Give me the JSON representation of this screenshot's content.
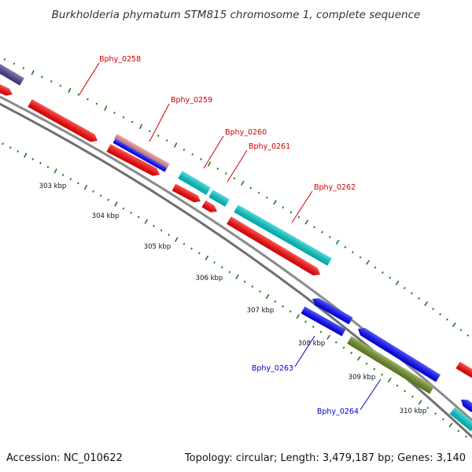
{
  "title": "Burkholderia phymatum STM815 chromosome 1, complete sequence",
  "accession_text": "Accession: NC_010622",
  "summary_text": "Topology: circular; Length: 3,479,187 bp; Genes: 3,140",
  "colors": {
    "background": "#ffffff",
    "backbone": "#8a8a8a",
    "tick": "#1f7a1f",
    "forward_cds": "#00cccc",
    "reverse_cds": "#ff0000",
    "blue_feature": "#0000ff",
    "olive_feature": "#6b8e23",
    "pink_feature": "#e8918f",
    "slate_feature": "#4a3f8c",
    "label_red": "#cc0000",
    "label_blue": "#0000cc"
  },
  "kbp_ticks": [
    "303 kbp",
    "304 kbp",
    "305 kbp",
    "306 kbp",
    "307 kbp",
    "308 kbp",
    "309 kbp",
    "310 kbp"
  ],
  "gene_labels": [
    {
      "name": "Bphy_0258",
      "color": "red"
    },
    {
      "name": "Bphy_0259",
      "color": "red"
    },
    {
      "name": "Bphy_0260",
      "color": "red"
    },
    {
      "name": "Bphy_0261",
      "color": "red"
    },
    {
      "name": "Bphy_0262",
      "color": "red"
    },
    {
      "name": "Bphy_0263",
      "color": "blue"
    },
    {
      "name": "Bphy_0264",
      "color": "blue"
    }
  ]
}
